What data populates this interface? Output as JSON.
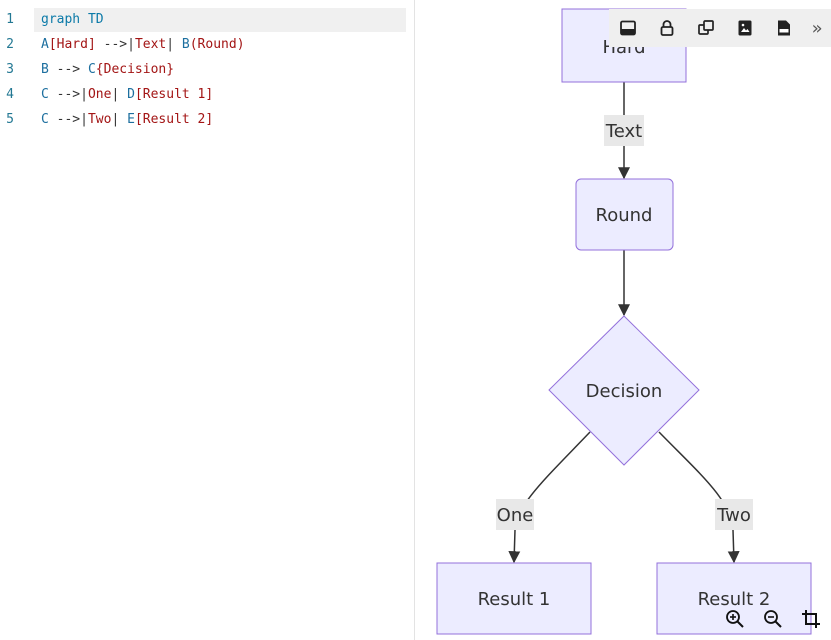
{
  "editor": {
    "lines": [
      {
        "number": "1",
        "tokens": [
          {
            "text": "graph TD",
            "kind": "kw"
          }
        ]
      },
      {
        "number": "2",
        "tokens": [
          {
            "text": "A",
            "kind": "id"
          },
          {
            "text": "[Hard]",
            "kind": "txt"
          },
          {
            "text": " -->",
            "kind": "op"
          },
          {
            "text": "|",
            "kind": "op"
          },
          {
            "text": "Text",
            "kind": "txt"
          },
          {
            "text": "| ",
            "kind": "op"
          },
          {
            "text": "B",
            "kind": "id"
          },
          {
            "text": "(Round)",
            "kind": "txt"
          }
        ]
      },
      {
        "number": "3",
        "tokens": [
          {
            "text": "B",
            "kind": "id"
          },
          {
            "text": " --> ",
            "kind": "op"
          },
          {
            "text": "C",
            "kind": "id"
          },
          {
            "text": "{Decision}",
            "kind": "txt"
          }
        ]
      },
      {
        "number": "4",
        "tokens": [
          {
            "text": "C",
            "kind": "id"
          },
          {
            "text": " -->",
            "kind": "op"
          },
          {
            "text": "|",
            "kind": "op"
          },
          {
            "text": "One",
            "kind": "txt"
          },
          {
            "text": "| ",
            "kind": "op"
          },
          {
            "text": "D",
            "kind": "id"
          },
          {
            "text": "[Result 1]",
            "kind": "txt"
          }
        ]
      },
      {
        "number": "5",
        "tokens": [
          {
            "text": "C",
            "kind": "id"
          },
          {
            "text": " -->",
            "kind": "op"
          },
          {
            "text": "|",
            "kind": "op"
          },
          {
            "text": "Two",
            "kind": "txt"
          },
          {
            "text": "| ",
            "kind": "op"
          },
          {
            "text": "E",
            "kind": "id"
          },
          {
            "text": "[Result 2]",
            "kind": "txt"
          }
        ]
      }
    ]
  },
  "diagram": {
    "nodes": {
      "hard": "Hard",
      "round": "Round",
      "decision": "Decision",
      "result1": "Result 1",
      "result2": "Result 2"
    },
    "edges": {
      "text": "Text",
      "one": "One",
      "two": "Two"
    },
    "colors": {
      "node_fill": "#ECECFF",
      "node_stroke": "#9370DB",
      "edge_stroke": "#333333",
      "edge_label_bg": "#E8E8E8"
    }
  },
  "toolbar": {
    "icons": [
      "panel-toggle-icon",
      "lock-icon",
      "copy-icon",
      "export-image-icon",
      "export-png-icon",
      "more-chevron-icon"
    ],
    "more_label": "»"
  },
  "zoom": {
    "icons": [
      "zoom-in-icon",
      "zoom-out-icon",
      "crop-icon"
    ]
  }
}
